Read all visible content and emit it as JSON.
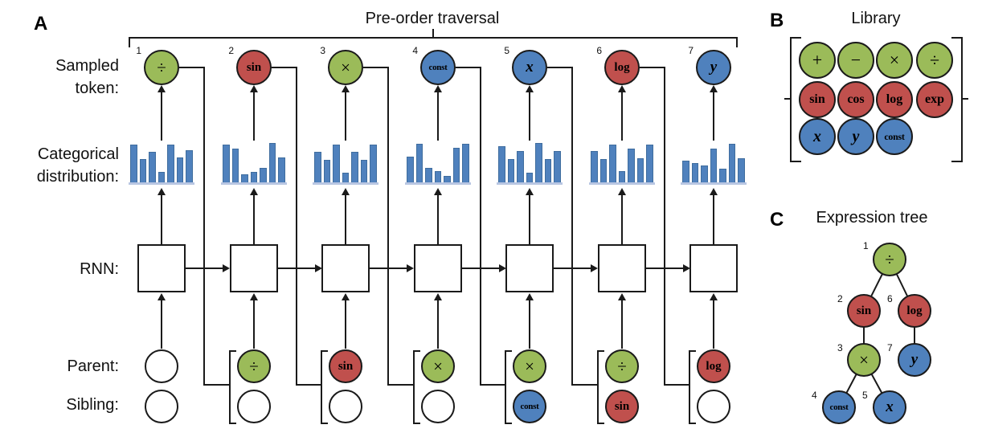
{
  "colors": {
    "green": "#9bbb59",
    "red": "#c0504d",
    "blue": "#4f81bd",
    "bar": "#4f81bd",
    "bar_baseline": "#b8c6e2",
    "line": "#1a1a1a"
  },
  "panelA": {
    "label": "A",
    "brace_label": "Pre-order traversal",
    "row_labels": {
      "sampled_1": "Sampled",
      "sampled_2": "token:",
      "categorical_1": "Categorical",
      "categorical_2": "distribution:",
      "rnn": "RNN:",
      "parent": "Parent:",
      "sibling": "Sibling:"
    },
    "columns": [
      {
        "num": "1",
        "token": {
          "label": "÷",
          "color": "green",
          "kind": "op"
        },
        "parent": {
          "label": "",
          "color": "white",
          "kind": "op"
        },
        "sibling": {
          "label": "",
          "color": "white",
          "kind": "op"
        },
        "distribution": [
          0.95,
          0.6,
          0.78,
          0.27,
          0.95,
          0.63,
          0.82
        ]
      },
      {
        "num": "2",
        "token": {
          "label": "sin",
          "color": "red",
          "kind": "fn"
        },
        "parent": {
          "label": "÷",
          "color": "green",
          "kind": "op"
        },
        "sibling": {
          "label": "",
          "color": "white",
          "kind": "op"
        },
        "distribution": [
          0.95,
          0.85,
          0.2,
          0.27,
          0.37,
          1.0,
          0.63
        ]
      },
      {
        "num": "3",
        "token": {
          "label": "×",
          "color": "green",
          "kind": "op"
        },
        "parent": {
          "label": "sin",
          "color": "red",
          "kind": "fn"
        },
        "sibling": {
          "label": "",
          "color": "white",
          "kind": "op"
        },
        "distribution": [
          0.78,
          0.58,
          0.95,
          0.25,
          0.78,
          0.58,
          0.95
        ]
      },
      {
        "num": "4",
        "token": {
          "label": "const",
          "color": "blue",
          "kind": "const"
        },
        "parent": {
          "label": "×",
          "color": "green",
          "kind": "op"
        },
        "sibling": {
          "label": "",
          "color": "white",
          "kind": "op"
        },
        "distribution": [
          0.65,
          0.98,
          0.37,
          0.28,
          0.17,
          0.88,
          0.98
        ]
      },
      {
        "num": "5",
        "token": {
          "label": "x",
          "color": "blue",
          "kind": "var"
        },
        "parent": {
          "label": "×",
          "color": "green",
          "kind": "op"
        },
        "sibling": {
          "label": "const",
          "color": "blue",
          "kind": "const"
        },
        "distribution": [
          0.92,
          0.6,
          0.8,
          0.25,
          1.0,
          0.6,
          0.8
        ]
      },
      {
        "num": "6",
        "token": {
          "label": "log",
          "color": "red",
          "kind": "fn"
        },
        "parent": {
          "label": "÷",
          "color": "green",
          "kind": "op"
        },
        "sibling": {
          "label": "sin",
          "color": "red",
          "kind": "fn"
        },
        "distribution": [
          0.8,
          0.6,
          0.95,
          0.28,
          0.85,
          0.62,
          0.95
        ]
      },
      {
        "num": "7",
        "token": {
          "label": "y",
          "color": "blue",
          "kind": "var"
        },
        "parent": {
          "label": "log",
          "color": "red",
          "kind": "fn"
        },
        "sibling": {
          "label": "",
          "color": "white",
          "kind": "op"
        },
        "distribution": [
          0.55,
          0.5,
          0.43,
          0.85,
          0.35,
          0.97,
          0.62
        ]
      }
    ]
  },
  "panelB": {
    "label": "B",
    "title": "Library",
    "tokens": [
      {
        "label": "+",
        "color": "green",
        "kind": "op"
      },
      {
        "label": "−",
        "color": "green",
        "kind": "op"
      },
      {
        "label": "×",
        "color": "green",
        "kind": "op"
      },
      {
        "label": "÷",
        "color": "green",
        "kind": "op"
      },
      {
        "label": "sin",
        "color": "red",
        "kind": "fn"
      },
      {
        "label": "cos",
        "color": "red",
        "kind": "fn"
      },
      {
        "label": "log",
        "color": "red",
        "kind": "fn"
      },
      {
        "label": "exp",
        "color": "red",
        "kind": "fn"
      },
      {
        "label": "x",
        "color": "blue",
        "kind": "var"
      },
      {
        "label": "y",
        "color": "blue",
        "kind": "var"
      },
      {
        "label": "const",
        "color": "blue",
        "kind": "const"
      }
    ]
  },
  "panelC": {
    "label": "C",
    "title": "Expression tree",
    "nodes": [
      {
        "num": "1",
        "label": "÷",
        "color": "green",
        "kind": "op"
      },
      {
        "num": "2",
        "label": "sin",
        "color": "red",
        "kind": "fn"
      },
      {
        "num": "3",
        "label": "×",
        "color": "green",
        "kind": "op"
      },
      {
        "num": "4",
        "label": "const",
        "color": "blue",
        "kind": "const"
      },
      {
        "num": "5",
        "label": "x",
        "color": "blue",
        "kind": "var"
      },
      {
        "num": "6",
        "label": "log",
        "color": "red",
        "kind": "fn"
      },
      {
        "num": "7",
        "label": "y",
        "color": "blue",
        "kind": "var"
      }
    ]
  }
}
